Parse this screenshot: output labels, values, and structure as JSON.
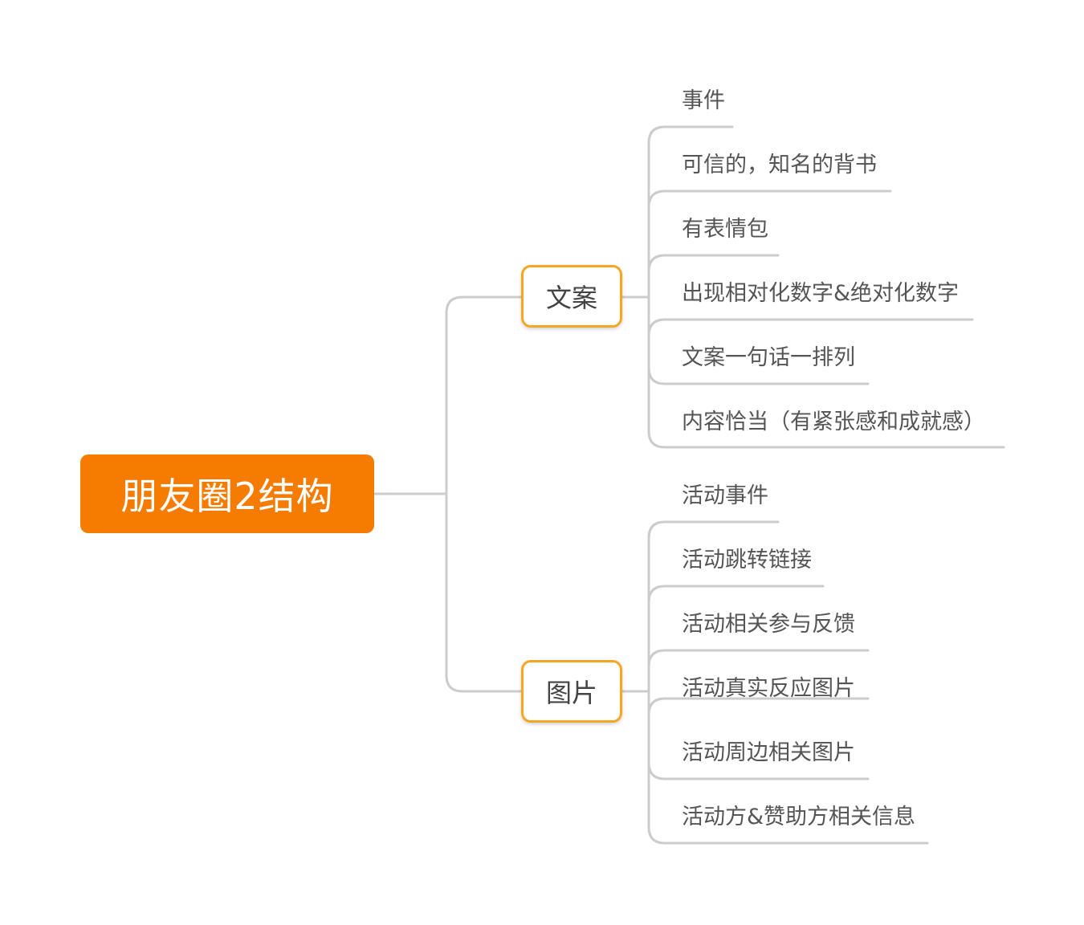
{
  "root": {
    "label": "朋友圈2结构"
  },
  "branches": [
    {
      "label": "文案",
      "children": [
        "事件",
        "可信的，知名的背书",
        "有表情包",
        "出现相对化数字&绝对化数字",
        "文案一句话一排列",
        "内容恰当（有紧张感和成就感）"
      ]
    },
    {
      "label": "图片",
      "children": [
        "活动事件",
        "活动跳转链接",
        "活动相关参与反馈",
        "活动真实反应图片",
        "活动周边相关图片",
        "活动方&赞助方相关信息"
      ]
    }
  ],
  "colors": {
    "root_fill": "#f57c00",
    "branch_border": "#f5a623",
    "connector": "#cccccc",
    "text": "#555555"
  }
}
